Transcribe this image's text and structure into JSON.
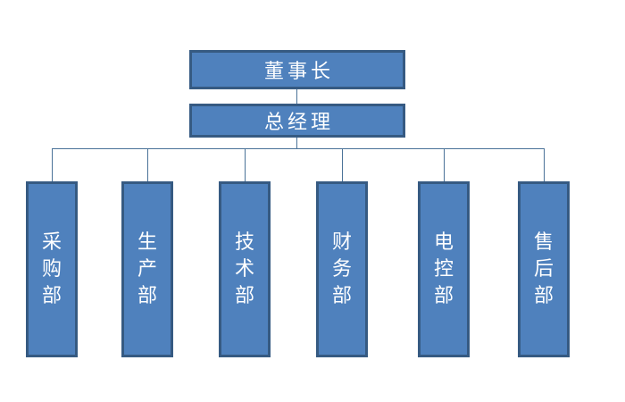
{
  "colors": {
    "background": "#ffffff",
    "box_fill": "#4f81bd",
    "box_border": "#365a82",
    "connector": "#4a7298",
    "box_text": "#ffffff"
  },
  "org_chart": {
    "chairman": {
      "label": "董事长"
    },
    "general_manager": {
      "label": "总经理"
    },
    "departments": [
      {
        "label": "采购部"
      },
      {
        "label": "生产部"
      },
      {
        "label": "技术部"
      },
      {
        "label": "财务部"
      },
      {
        "label": "电控部"
      },
      {
        "label": "售后部"
      }
    ]
  }
}
